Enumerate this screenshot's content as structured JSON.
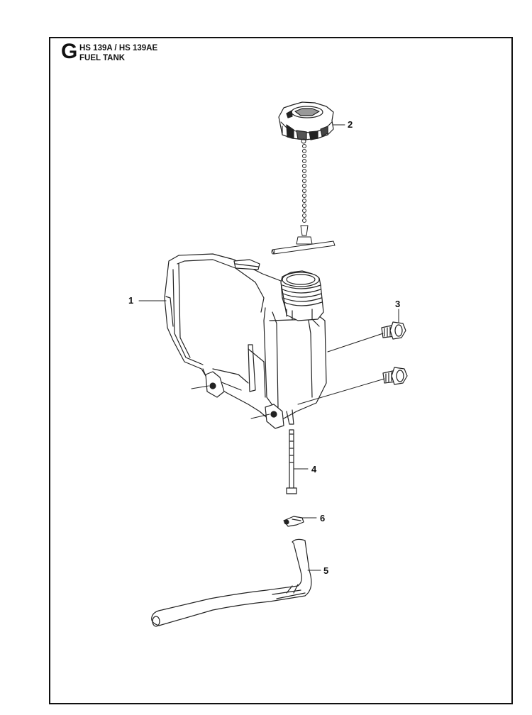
{
  "header": {
    "section_letter": "G",
    "model": "HS 139A / HS 139AE",
    "title": "FUEL TANK"
  },
  "callouts": [
    "1",
    "2",
    "3",
    "4",
    "5",
    "6"
  ]
}
